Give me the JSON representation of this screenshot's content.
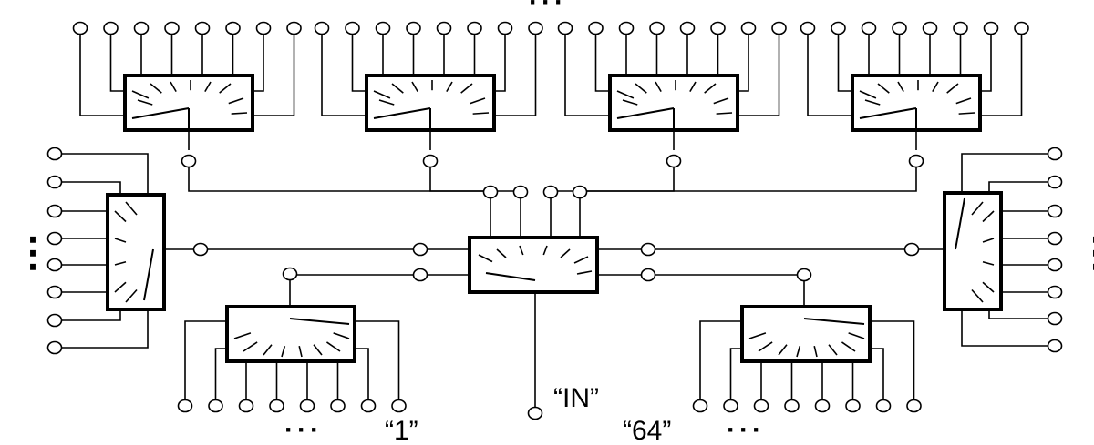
{
  "labels": {
    "input": "“IN”",
    "first_output": "“1”",
    "last_output": "“64”"
  },
  "ellipses": {
    "horizontal": "···",
    "vertical": "⋮"
  },
  "structure": {
    "central_switch_outputs": 8,
    "secondary_switch_count": 8,
    "outputs_per_secondary_switch": 8
  }
}
